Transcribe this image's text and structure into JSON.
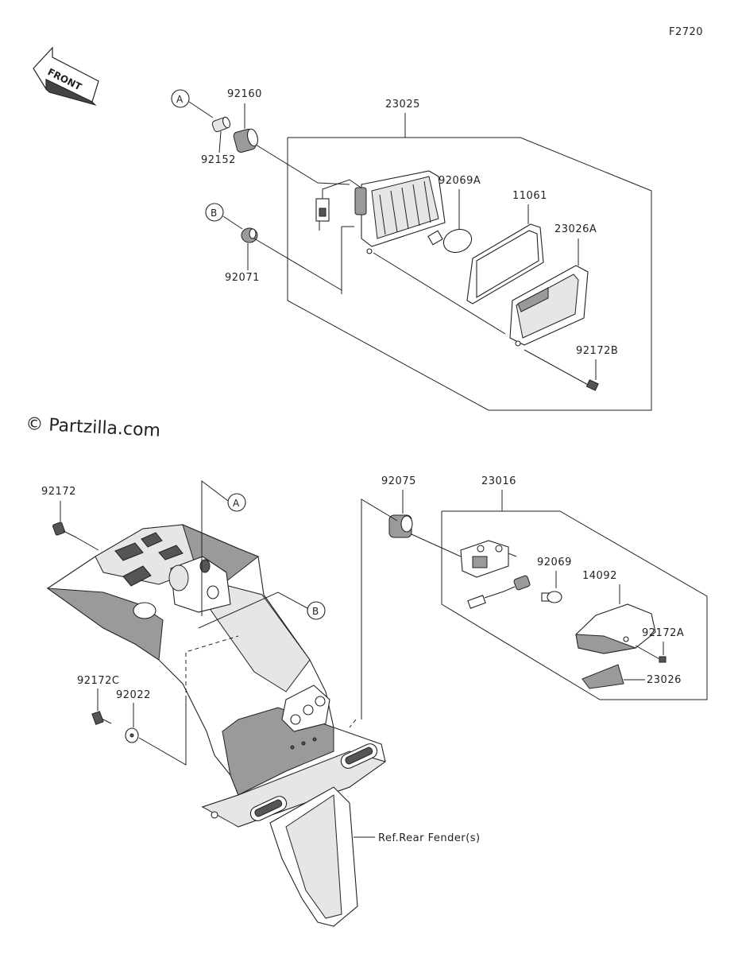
{
  "figure_id": "F2720",
  "watermark": "© Partzilla.com",
  "front_arrow": "FRONT",
  "callouts": {
    "a": "A",
    "b": "B"
  },
  "parts": {
    "p92160": "92160",
    "p92152": "92152",
    "p23025": "23025",
    "p92069A": "92069A",
    "p11061": "11061",
    "p23026A": "23026A",
    "p92071": "92071",
    "p92172B": "92172B",
    "p92172": "92172",
    "p92075": "92075",
    "p23016": "23016",
    "p92069": "92069",
    "p14092": "14092",
    "p92172A": "92172A",
    "p23026": "23026",
    "p92172C": "92172C",
    "p92022": "92022"
  },
  "reference_note": "Ref.Rear Fender(s)"
}
